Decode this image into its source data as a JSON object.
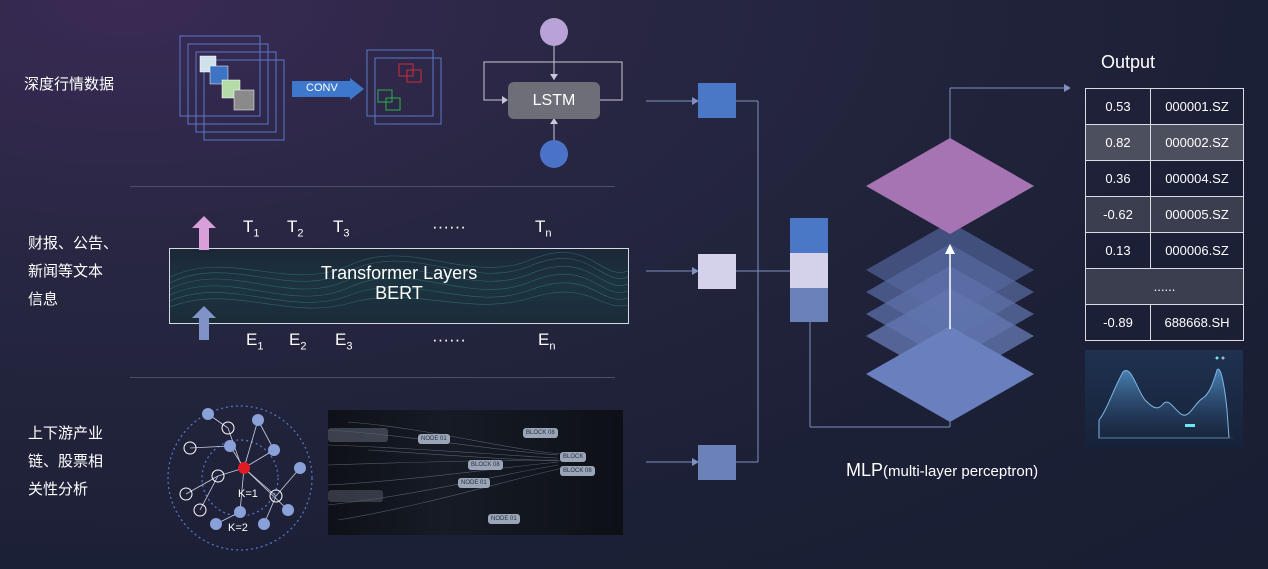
{
  "rows": [
    {
      "label": "深度行情数据"
    },
    {
      "label_lines": [
        "财报、公告、",
        "新闻等文本",
        "信息"
      ]
    },
    {
      "label_lines": [
        "上下游产业",
        "链、股票相",
        "关性分析"
      ]
    }
  ],
  "cnn": {
    "conv_label": "CONV"
  },
  "lstm": {
    "label": "LSTM"
  },
  "transformer": {
    "title_line1": "Transformer Layers",
    "title_line2": "BERT",
    "top_tokens": [
      {
        "base": "T",
        "sub": "1"
      },
      {
        "base": "T",
        "sub": "2"
      },
      {
        "base": "T",
        "sub": "3"
      },
      {
        "base": "",
        "sub": "",
        "text": "······"
      },
      {
        "base": "T",
        "sub": "n"
      }
    ],
    "bottom_tokens": [
      {
        "base": "E",
        "sub": "1"
      },
      {
        "base": "E",
        "sub": "2"
      },
      {
        "base": "E",
        "sub": "3"
      },
      {
        "base": "",
        "sub": "",
        "text": "······"
      },
      {
        "base": "E",
        "sub": "n"
      }
    ]
  },
  "graph": {
    "k1": "K=1",
    "k2": "K=2"
  },
  "graph_image": {
    "pill_labels": [
      "BLOCK 08",
      "NODE 01",
      "BLOCK 08",
      "NODE 01",
      "BLOCK",
      "BLOCK 08",
      "NODE 01"
    ]
  },
  "mlp": {
    "label": "MLP",
    "sub_label": "(multi-layer perceptron)"
  },
  "output": {
    "title": "Output",
    "rows": [
      {
        "score": "0.53",
        "code": "000001.SZ"
      },
      {
        "score": "0.82",
        "code": "000002.SZ"
      },
      {
        "score": "0.36",
        "code": "000004.SZ"
      },
      {
        "score": "-0.62",
        "code": "000005.SZ"
      },
      {
        "score": "0.13",
        "code": "000006.SZ"
      },
      {
        "ellipsis": "......"
      },
      {
        "score": "-0.89",
        "code": "688668.SH"
      }
    ]
  },
  "colors": {
    "accent_blue": "#4a78c6",
    "light_square": "#d4d2ea",
    "mid_blue": "#6a82b8",
    "mlp_top": "#a774b3",
    "mlp_layers": "#6a7fbd",
    "lstm_circle_top": "#b9a2d6",
    "lstm_circle_bottom": "#4a73c8",
    "arrow_up_pink": "#d99fd8",
    "arrow_up_blue": "#7f93c9"
  }
}
